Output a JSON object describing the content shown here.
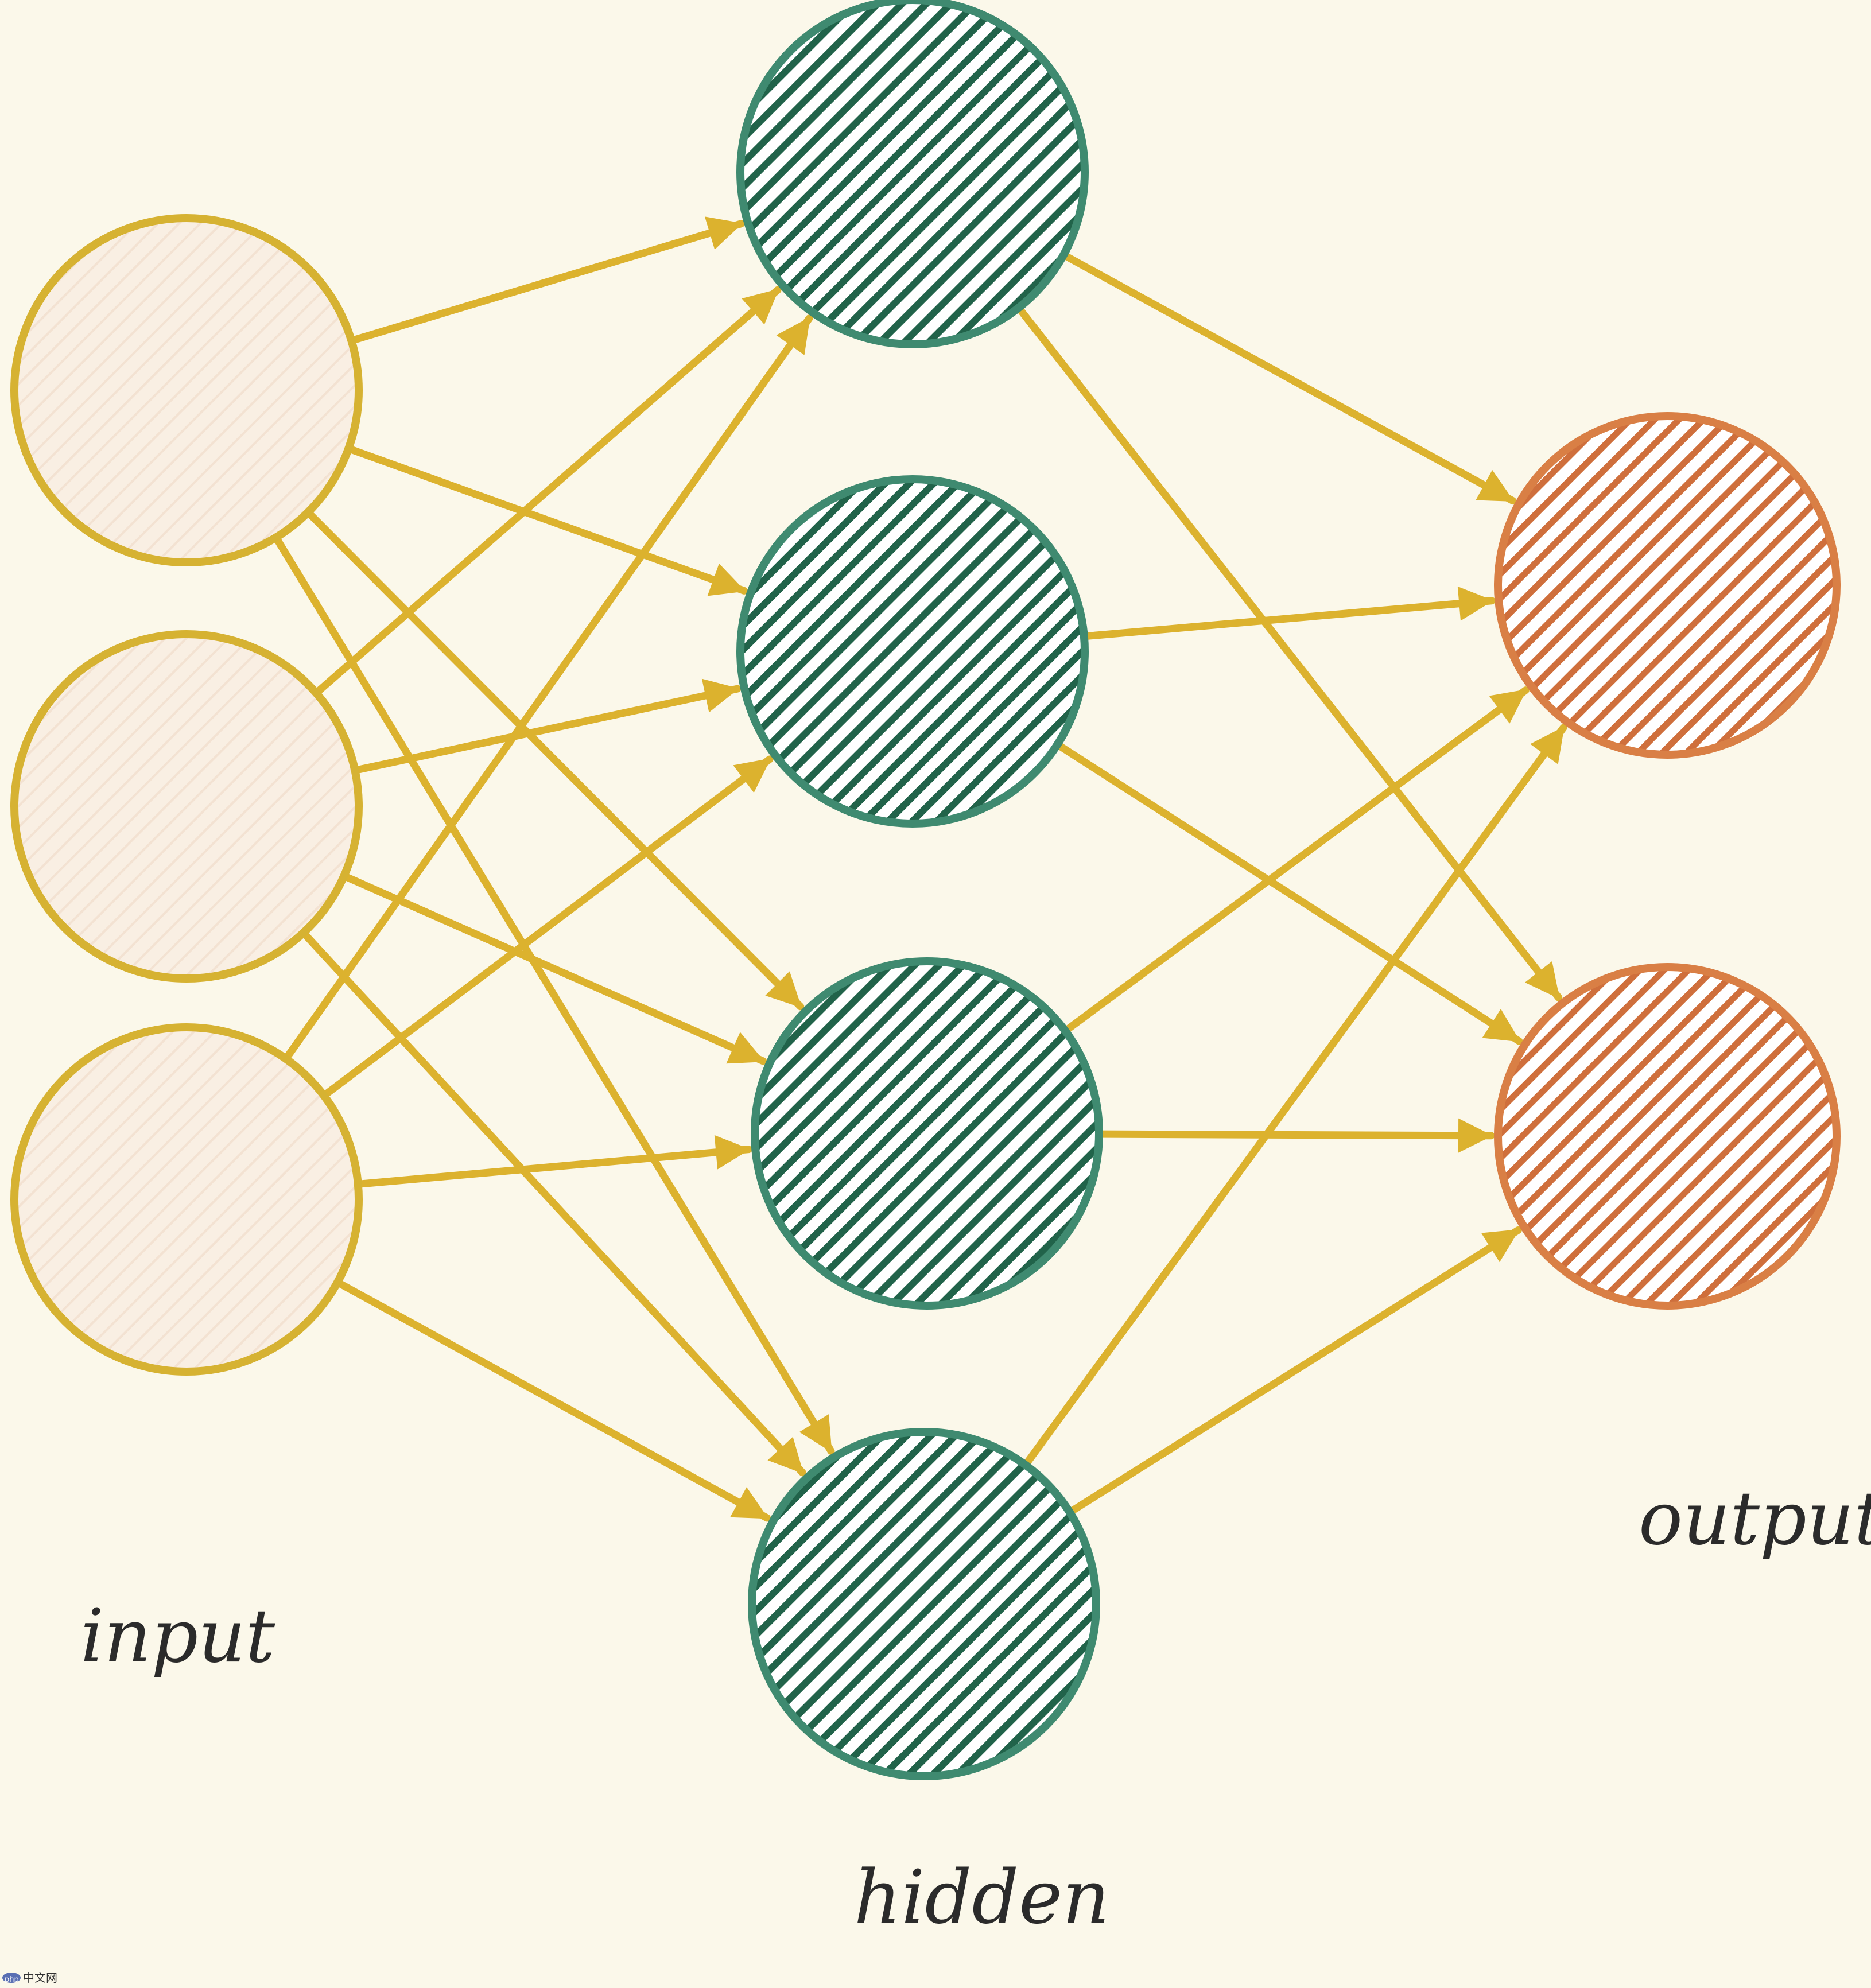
{
  "diagram": {
    "type": "neural-network",
    "layers": [
      {
        "id": "input",
        "label": "input",
        "nodes": 3,
        "style": "light"
      },
      {
        "id": "hidden",
        "label": "hidden",
        "nodes": 4,
        "style": "hatched"
      },
      {
        "id": "output",
        "label": "output",
        "nodes": 2,
        "style": "hatched"
      }
    ],
    "connections": "fully-connected",
    "colors": {
      "background": "#fbf8ea",
      "edge": "#dcb22e",
      "input_stroke": "#d6b232",
      "input_fill": "#f9efe3",
      "hidden_stroke": "#3f8a70",
      "hidden_hatch": "#21634a",
      "output_stroke": "#d97f45",
      "output_hatch": "#cf6f3c",
      "label_text": "#2b2b2b"
    }
  },
  "watermark": {
    "brand": "php",
    "text": "中文网"
  }
}
